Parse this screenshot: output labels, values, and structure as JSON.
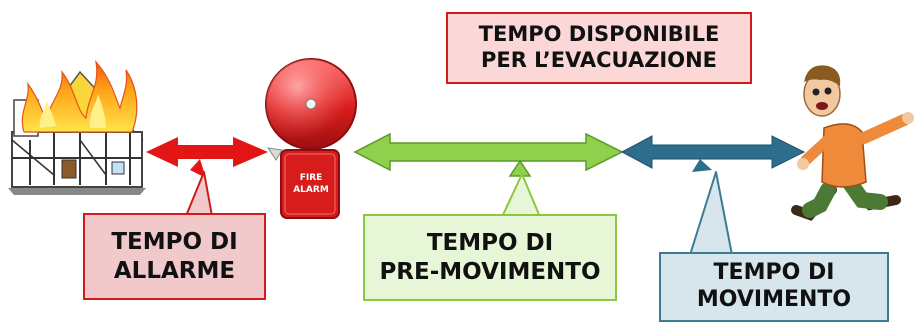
{
  "banner": {
    "text": "TEMPO DISPONIBILE\nPER L’EVACUAZIONE",
    "color": "#d11a1a"
  },
  "alarm_device": {
    "label": "FIRE\nALARM",
    "color": "#d71c1c"
  },
  "phases": [
    {
      "label": "TEMPO DI\nALLARME",
      "color": "#d11a1a",
      "fill": "#f2c9cb"
    },
    {
      "label": "TEMPO DI\nPRE-MOVIMENTO",
      "color": "#8cc83f",
      "fill": "#e6f6d6"
    },
    {
      "label": "TEMPO DI\nMOVIMENTO",
      "color": "#3f7a93",
      "fill": "#d7e5ec"
    }
  ],
  "icons": {
    "house": "burning-house-icon",
    "bell": "fire-alarm-bell-icon",
    "person": "running-person-icon"
  }
}
